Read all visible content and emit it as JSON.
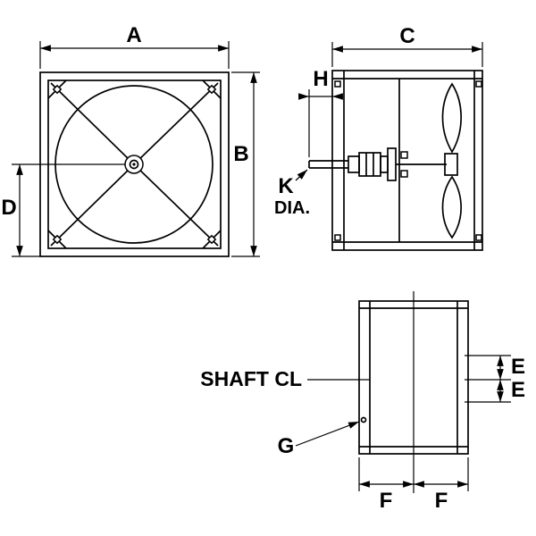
{
  "drawing": {
    "background": "#ffffff",
    "line_color": "#000000",
    "views": {
      "front": {
        "dim_a": "A",
        "dim_b": "B",
        "dim_d": "D"
      },
      "side": {
        "dim_c": "C",
        "dim_h": "H",
        "dim_k": "K",
        "dia_label": "DIA."
      },
      "bottom": {
        "shaft_cl_label": "SHAFT CL",
        "dim_e_upper": "E",
        "dim_e_lower": "E",
        "dim_f_left": "F",
        "dim_f_right": "F",
        "dim_g": "G"
      }
    }
  }
}
